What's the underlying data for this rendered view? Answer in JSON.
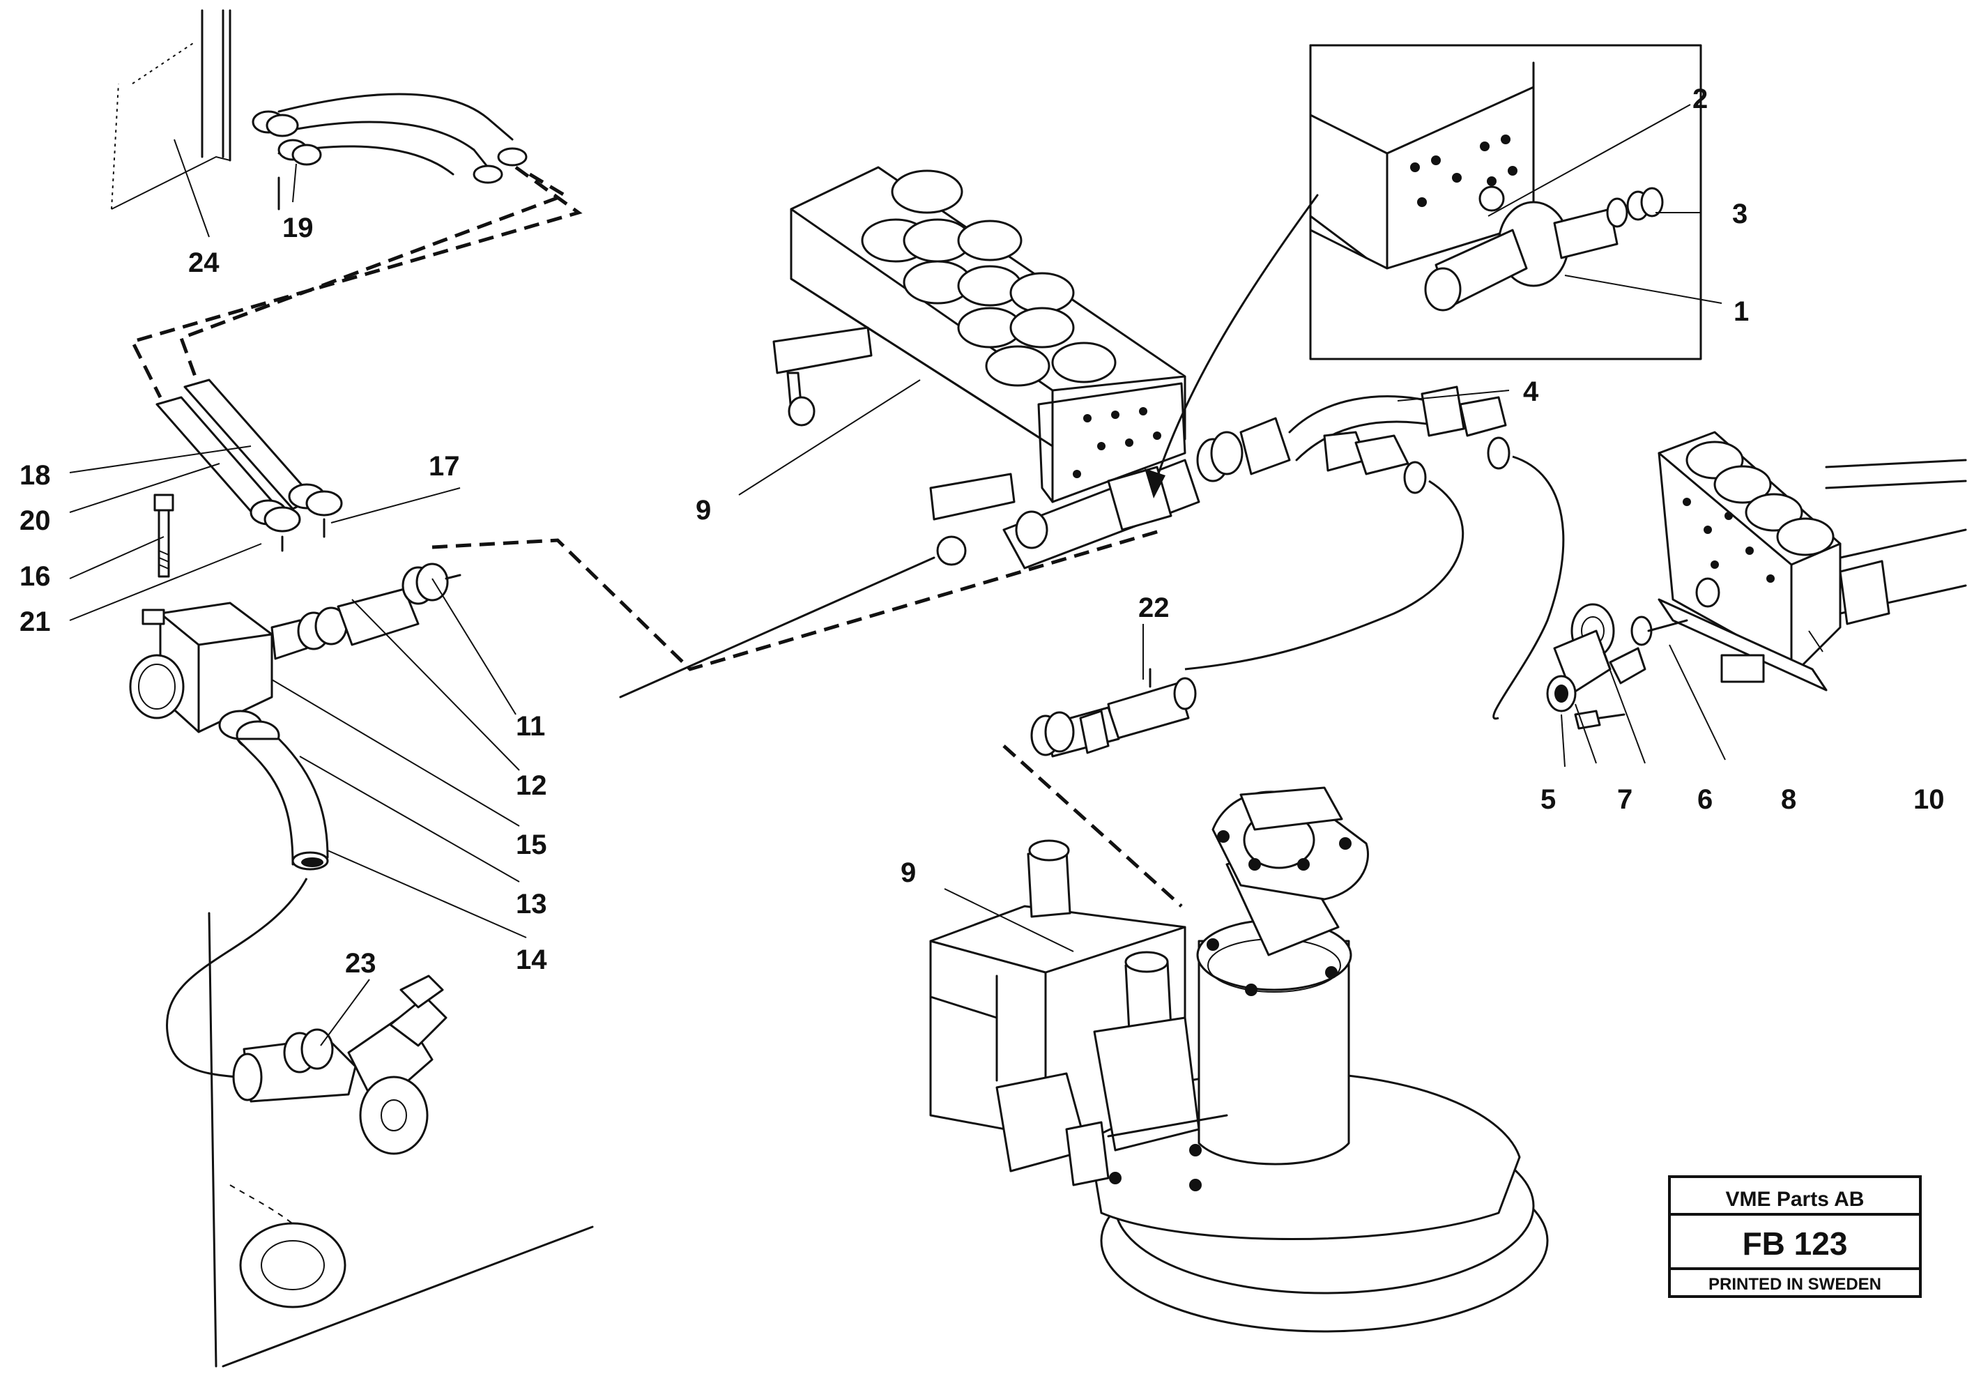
{
  "labels": {
    "l1": "1",
    "l2": "2",
    "l3": "3",
    "l4": "4",
    "l5": "5",
    "l6": "6",
    "l7": "7",
    "l8": "8",
    "l9a": "9",
    "l9b": "9",
    "l10": "10",
    "l11": "11",
    "l12": "12",
    "l13": "13",
    "l14": "14",
    "l15": "15",
    "l16": "16",
    "l17": "17",
    "l18": "18",
    "l19": "19",
    "l20": "20",
    "l21": "21",
    "l22": "22",
    "l23": "23",
    "l24": "24"
  },
  "stamp": {
    "company": "VME Parts AB",
    "code": "FB 123",
    "printed": "PRINTED IN SWEDEN"
  }
}
